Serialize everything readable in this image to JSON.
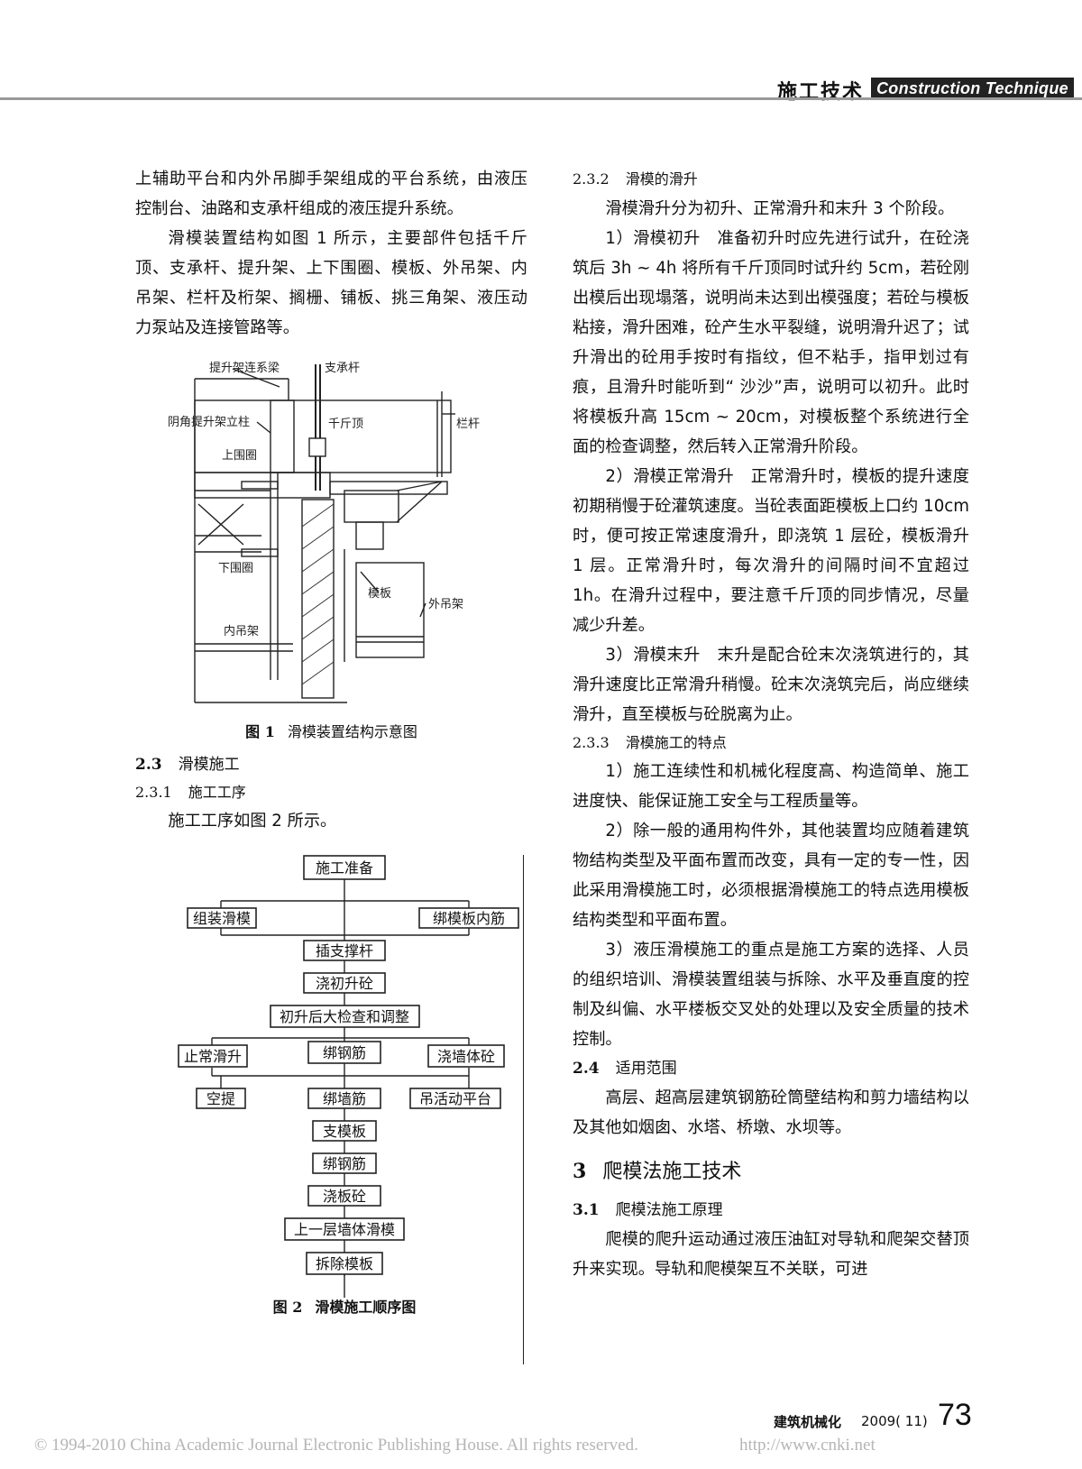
{
  "header": {
    "section_zh": "施工技术",
    "section_en": "Construction Technique"
  },
  "left": {
    "p1": "上辅助平台和内外吊脚手架组成的平台系统，由液压控制台、油路和支承杆组成的液压提升系统。",
    "p2": "滑模装置结构如图 1 所示，主要部件包括千斤顶、支承杆、提升架、上下围圈、模板、外吊架、内吊架、栏杆及桁架、搁栅、铺板、挑三角架、液压动力泵站及连接管路等。",
    "fig1": {
      "labels": [
        "提升架连系梁",
        "支承杆",
        "阴角提升架立柱",
        "千斤顶",
        "栏杆",
        "上围圈",
        "下围圈",
        "模板",
        "外吊架",
        "内吊架"
      ],
      "caption_num": "图 1",
      "caption": "滑模装置结构示意图"
    },
    "s23_num": "2.3",
    "s23": "滑模施工",
    "s231_num": "2.3.1",
    "s231": "施工工序",
    "p3": "施工工序如图 2 所示。",
    "fig2": {
      "nodes": [
        "施工准备",
        "组装滑模",
        "绑模板内筋",
        "插支撑杆",
        "浇初升砼",
        "初升后大检查和调整",
        "止常滑升",
        "绑钢筋",
        "浇墙体砼",
        "空提",
        "绑墙筋",
        "吊活动平台",
        "支模板",
        "绑钢筋",
        "浇板砼",
        "上一层墙体滑模",
        "拆除模板"
      ],
      "caption_num": "图 2",
      "caption": "滑模施工顺序图"
    }
  },
  "right": {
    "s232_num": "2.3.2",
    "s232": "滑模的滑升",
    "r1": "滑模滑升分为初升、正常滑升和末升 3 个阶段。",
    "r2": "1）滑模初升　准备初升时应先进行试升，在砼浇筑后 3h ~ 4h 将所有千斤顶同时试升约 5cm，若砼刚出模后出现塌落，说明尚未达到出模强度；若砼与模板粘接，滑升困难，砼产生水平裂缝，说明滑升迟了；试升滑出的砼用手按时有指纹，但不粘手，指甲划过有痕，且滑升时能听到“ 沙沙”声，说明可以初升。此时将模板升高 15cm ~ 20cm，对模板整个系统进行全面的检查调整，然后转入正常滑升阶段。",
    "r3": "2）滑模正常滑升　正常滑升时，模板的提升速度初期稍慢于砼灌筑速度。当砼表面距模板上口约 10cm 时，便可按正常速度滑升，即浇筑 1 层砼，模板滑升 1 层。正常滑升时，每次滑升的间隔时间不宜超过 1h。在滑升过程中，要注意千斤顶的同步情况，尽量减少升差。",
    "r4": "3）滑模末升　末升是配合砼末次浇筑进行的，其滑升速度比正常滑升稍慢。砼末次浇筑完后，尚应继续滑升，直至模板与砼脱离为止。",
    "s233_num": "2.3.3",
    "s233": "滑模施工的特点",
    "r5": "1）施工连续性和机械化程度高、构造简单、施工进度快、能保证施工安全与工程质量等。",
    "r6": "2）除一般的通用构件外，其他装置均应随着建筑物结构类型及平面布置而改变，具有一定的专一性，因此采用滑模施工时，必须根据滑模施工的特点选用模板结构类型和平面布置。",
    "r7": "3）液压滑模施工的重点是施工方案的选择、人员的组织培训、滑模装置组装与拆除、水平及垂直度的控制及纠偏、水平楼板交叉处的处理以及安全质量的技术控制。",
    "s24_num": "2.4",
    "s24": "适用范围",
    "r8": "高层、超高层建筑钢筋砼筒壁结构和剪力墙结构以及其他如烟囱、水塔、桥墩、水坝等。",
    "s3_num": "3",
    "s3": "爬模法施工技术",
    "s31_num": "3.1",
    "s31": "爬模法施工原理",
    "r9": "爬模的爬升运动通过液压油缸对导轨和爬架交替顶升来实现。导轨和爬模架互不关联，可进"
  },
  "footer": {
    "copyright": "© 1994-2010 China Academic Journal Electronic Publishing House. All rights reserved.",
    "url": "http://www.cnki.net",
    "journal": "建筑机械化",
    "issue": "2009( 11)",
    "page": "73"
  }
}
